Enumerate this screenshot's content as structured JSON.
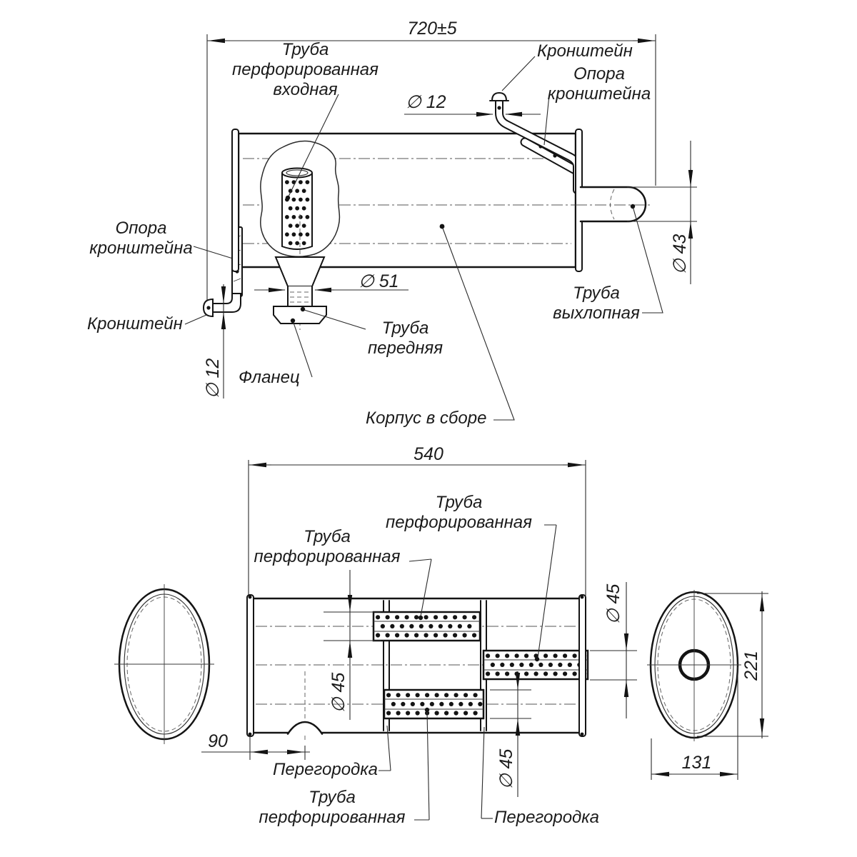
{
  "drawing_type": "muffler assembly engineering drawing, two projections",
  "colors": {
    "ink": "#141414",
    "paper": "#ffffff"
  },
  "views": {
    "side": {
      "dim_overall": "720±5",
      "dim_rod_right": "∅ 12",
      "dim_rod_left": "∅ 12",
      "dim_front_pipe": "∅ 51",
      "dim_exhaust_pipe": "∅ 43",
      "label_inlet_tube": "Труба\nперфорированная\nвходная",
      "label_bracket_right": "Кронштейн",
      "label_support_right": "Опора\nкронштейна",
      "label_support_left": "Опора\nкронштейна",
      "label_bracket_left": "Кронштейн",
      "label_flange": "Фланец",
      "label_front_pipe": "Труба\nпередняя",
      "label_body_assembly": "Корпус в сборе",
      "label_exhaust_pipe": "Труба\nвыхлопная"
    },
    "bottom": {
      "dim_body_length": "540",
      "dim_perf_top": "∅ 45",
      "dim_perf_bottom": "∅ 45",
      "dim_perf_mid": "∅ 45",
      "dim_inlet_offset": "90",
      "dim_body_height": "221",
      "dim_body_width": "131",
      "label_perf_left": "Труба\nперфорированная",
      "label_perf_right": "Труба\nперфорированная",
      "label_perf_bottom": "Труба\nперфорированная",
      "label_baffle_left": "Перегородка",
      "label_baffle_right": "Перегородка"
    }
  }
}
